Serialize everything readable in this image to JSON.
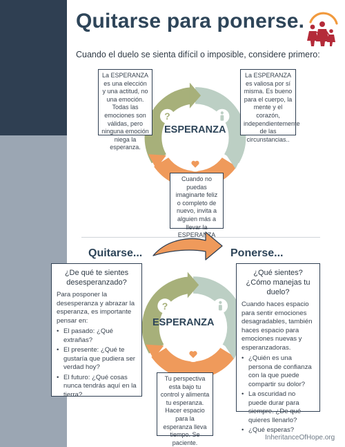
{
  "header": {
    "title": "Quitarse para ponerse.",
    "subtitle": "Cuando el duelo se sienta difícil o imposible, considere primero:"
  },
  "colors": {
    "navy": "#2f3f52",
    "slate": "#9ba6b3",
    "olive": "#a7b07a",
    "sage": "#bccfc4",
    "orange": "#ef9a5b",
    "logo_red": "#b42b39",
    "logo_orange": "#f19a3e"
  },
  "cycle_top": {
    "label": "ESPERANZA",
    "box_left": "La ESPERANZA es una elección y una actitud, no una emoción. Todas las emociones son válidas, pero ninguna emoción niega la esperanza.",
    "box_right": "La ESPERANZA es valiosa por sí misma. Es bueno para el cuerpo, la mente y el corazón, independientemente de las circunstancias..",
    "box_bottom": "Cuando no puedas imaginarte feliz o completo de nuevo, invita a alguien más a llevar la ESPERANZA por ti."
  },
  "sections": {
    "left_heading": "Quitarse...",
    "right_heading": "Ponerse..."
  },
  "left_panel": {
    "question": "¿De qué te sientes desesperanzado?",
    "intro": "Para posponer la desesperanza y abrazar la esperanza, es importante pensar en:",
    "items": [
      "El pasado: ¿Qué extrañas?",
      "El presente: ¿Qué te gustaría que pudiera ser verdad hoy?",
      "El futuro: ¿Qué cosas nunca tendrás aquí en la tierra?"
    ]
  },
  "right_panel": {
    "question": "¿Qué sientes? ¿Cómo manejas tu duelo?",
    "intro": "Cuando haces espacio para sentir emociones desagradables, también haces espacio para emociones nuevas y esperanzadoras.",
    "items": [
      "¿Quién es una persona de confianza con la que puede compartir su dolor?",
      "La oscuridad no puede durar para siempre. ¿De qué quieres llenarlo?",
      "¿Qué esperas?"
    ]
  },
  "cycle_bottom": {
    "label": "ESPERANZA",
    "box_bottom": "Tu perspectiva esta bajo tu control y alimenta tu esperanza. Hacer espacio para la esperanza lleva tiempo. Se paciente."
  },
  "footer": {
    "site": "InheritanceOfHope.org"
  }
}
